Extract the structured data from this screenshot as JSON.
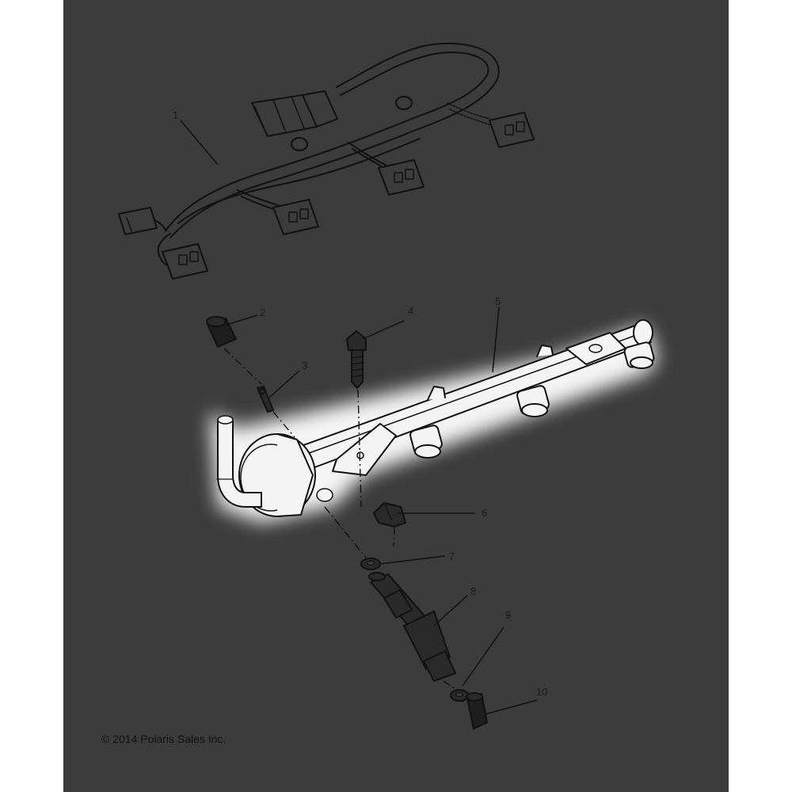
{
  "copyright": "© 2014 Polaris Sales Inc.",
  "callouts": [
    "1",
    "2",
    "3",
    "4",
    "5",
    "6",
    "7",
    "8",
    "9",
    "10"
  ],
  "colors": {
    "background": "#3c3c3c",
    "outline": "#111111",
    "highlight_glow": "#ffffff",
    "highlight_fill": "#f4f4f4"
  },
  "highlighted_part": "5"
}
